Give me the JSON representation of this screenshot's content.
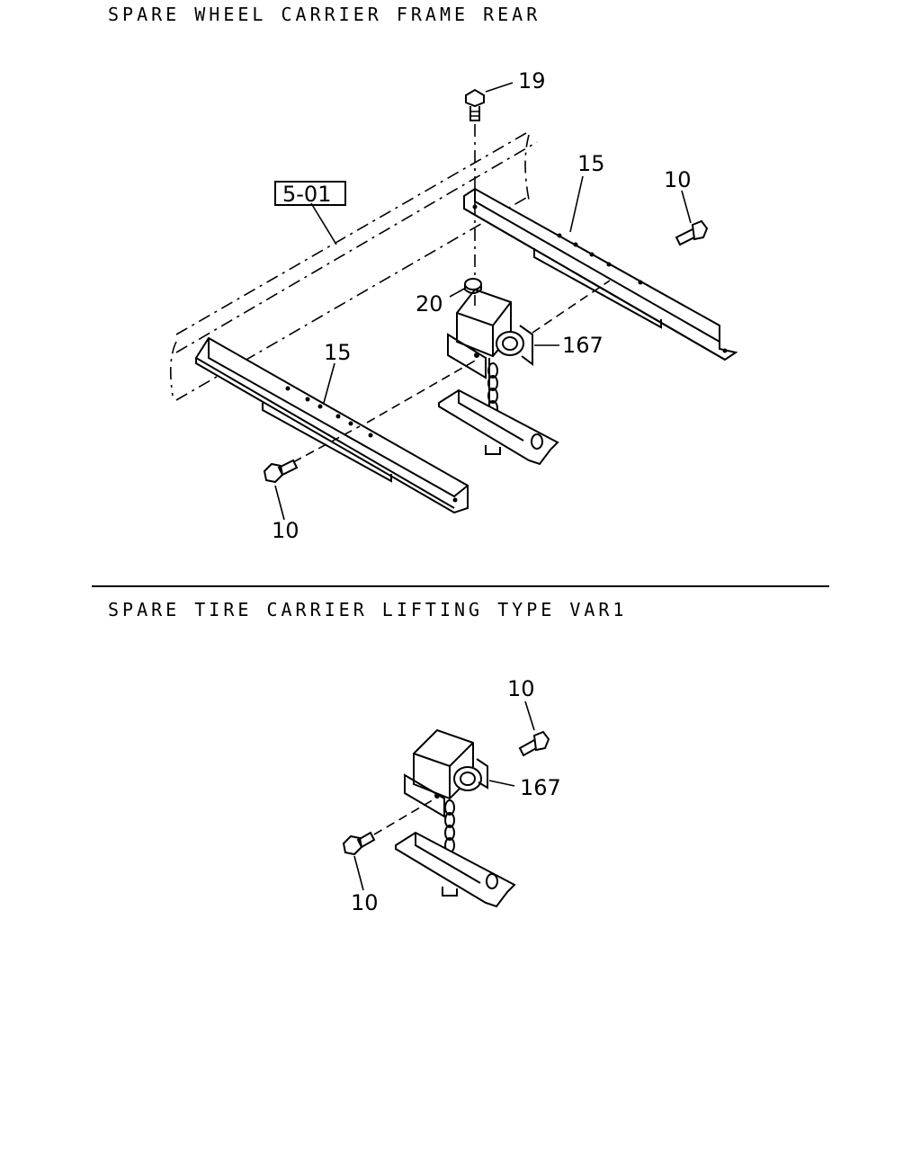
{
  "sections": [
    {
      "title": "SPARE WHEEL CARRIER FRAME REAR",
      "callouts": {
        "c19": "19",
        "c15_right": "15",
        "c10_right": "10",
        "ref_box": "5-01",
        "c20": "20",
        "c167": "167",
        "c15_left": "15",
        "c10_left": "10"
      }
    },
    {
      "title": "SPARE TIRE CARRIER LIFTING TYPE VAR1",
      "callouts": {
        "c10_top": "10",
        "c167": "167",
        "c10_bottom": "10"
      }
    }
  ]
}
